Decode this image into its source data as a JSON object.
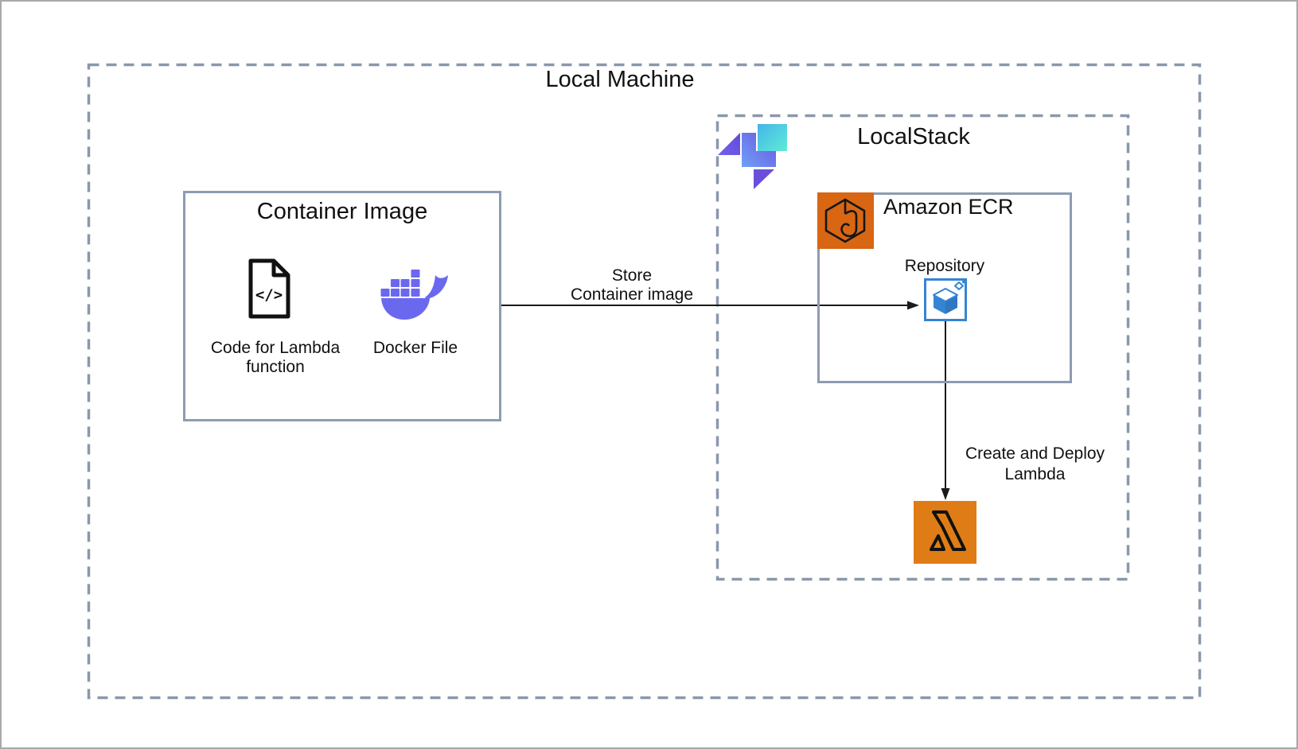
{
  "local_machine": {
    "title": "Local Machine"
  },
  "container_image": {
    "title": "Container Image",
    "code_label_line1": "Code for Lambda",
    "code_label_line2": "function",
    "code_glyph": "</>",
    "docker_label": "Docker File"
  },
  "localstack": {
    "title": "LocalStack",
    "ecr": {
      "title": "Amazon ECR",
      "repository_label": "Repository"
    }
  },
  "flows": {
    "store": {
      "line1": "Store",
      "line2": "Container image"
    },
    "deploy": {
      "line1": "Create and Deploy",
      "line2": "Lambda"
    }
  },
  "icons": {
    "localstack_logo": "localstack-logo",
    "code_file": "code-file-icon",
    "docker": "docker-whale-icon",
    "ecr": "amazon-ecr-icon",
    "repository": "ecr-repository-icon",
    "lambda": "aws-lambda-icon"
  },
  "colors": {
    "ecr_orange": "#D86613",
    "lambda_orange": "#E07C16",
    "docker_purple": "#6B68F0",
    "repository_blue": "#3584D4",
    "solid_box_border": "#8C9CB2",
    "dashed_box_border": "#8A98AB",
    "text": "#141414"
  }
}
